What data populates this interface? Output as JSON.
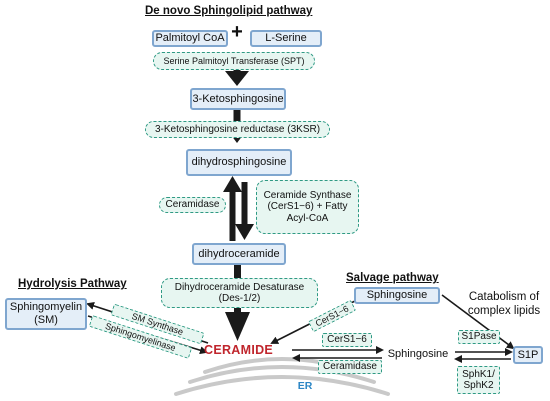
{
  "titles": {
    "main": "De novo Sphingolipid pathway",
    "hydrolysis": "Hydrolysis Pathway",
    "salvage": "Salvage pathway"
  },
  "nodes": {
    "palmitoyl_coa": "Palmitoyl CoA",
    "plus": "+",
    "l_serine": "L-Serine",
    "ketosphingosine": "3-Ketosphingosine",
    "dihydrosphingosine": "dihydrosphingosine",
    "dihydroceramide": "dihydroceramide",
    "ceramide": "CERAMIDE",
    "sphingomyelin": "Sphingomyelin\n(SM)",
    "sphingosine_top": "Sphingosine",
    "sphingosine": "Sphingosine",
    "s1p": "S1P",
    "er": "ER",
    "catabolism": "Catabolism of\ncomplex lipids"
  },
  "enzymes": {
    "spt": "Serine Palmitoyl Transferase (SPT)",
    "ksr": "3-Ketosphingosine reductase (3KSR)",
    "ceramidase_left": "Ceramidase",
    "cers_fatty": "Ceramide Synthase\n(CerS1−6) + Fatty\nAcyl-CoA",
    "des": "Dihydroceramide Desaturase\n(Des-1/2)",
    "sm_synthase": "SM Synthase",
    "sphingomyelinase": "Sphingomyelinase",
    "cers_diag": "CerS1−6",
    "cers_mid": "CerS1−6",
    "ceramidase_right": "Ceramidase",
    "s1pase": "S1Pase",
    "sphk": "SphK1/\nSphK2"
  },
  "colors": {
    "box_fill": "#e4eef8",
    "box_border": "#7fa6cf",
    "enzyme_fill": "#e7f6f1",
    "enzyme_border": "#2f9a84",
    "ceramide_text": "#c0262d",
    "er_text": "#2b86c5",
    "er_membrane": "#c9c9c9",
    "arrow": "#1a1a1a"
  }
}
